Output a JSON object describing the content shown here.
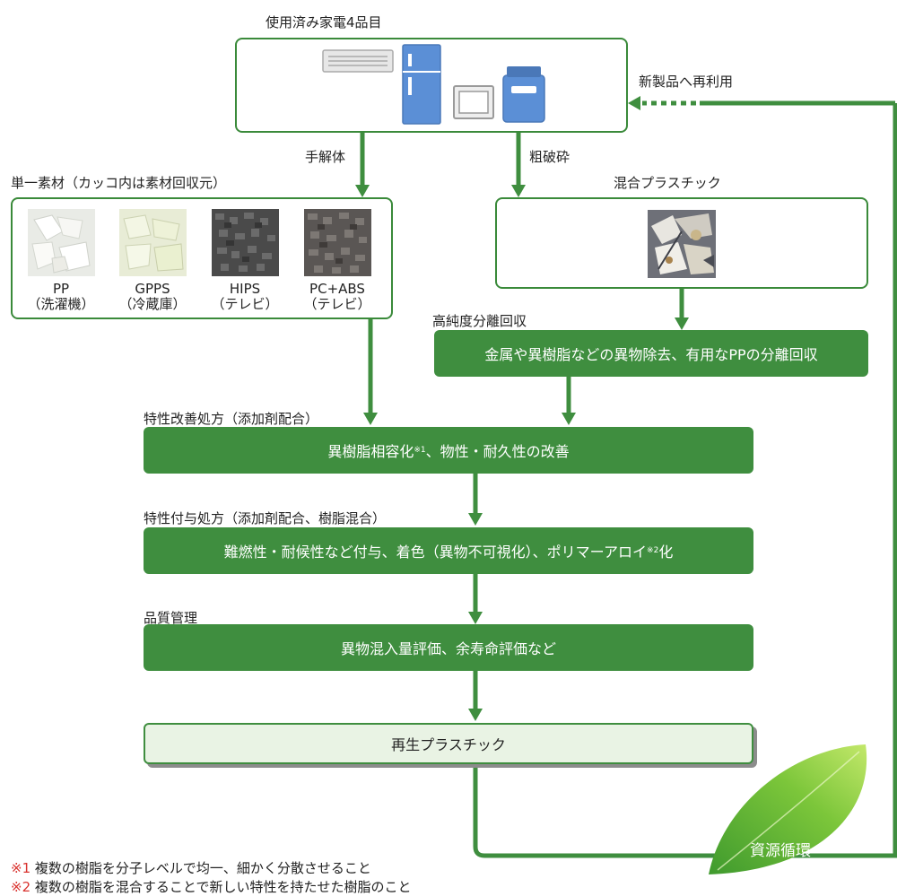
{
  "top": {
    "title": "使用済み家電4品目",
    "reuse_label": "新製品へ再利用"
  },
  "branches": {
    "manual": "手解体",
    "crush": "粗破砕"
  },
  "single": {
    "title": "単一素材（カッコ内は素材回収元）",
    "materials": [
      {
        "name": "PP",
        "source": "（洗濯機）"
      },
      {
        "name": "GPPS",
        "source": "（冷蔵庫）"
      },
      {
        "name": "HIPS",
        "source": "（テレビ）"
      },
      {
        "name": "PC+ABS",
        "source": "（テレビ）"
      }
    ]
  },
  "mixed": {
    "title": "混合プラスチック"
  },
  "separation": {
    "label": "高純度分離回収",
    "bar": "金属や異樹脂などの異物除去、有用なPPの分離回収"
  },
  "step1": {
    "label": "特性改善処方（添加剤配合）",
    "bar_pre": "異樹脂相容化",
    "bar_sup": "※1",
    "bar_post": "、物性・耐久性の改善"
  },
  "step2": {
    "label": "特性付与処方（添加剤配合、樹脂混合）",
    "bar_pre": "難燃性・耐候性など付与、着色（異物不可視化）、ポリマーアロイ",
    "bar_sup": "※2",
    "bar_post": "化"
  },
  "step3": {
    "label": "品質管理",
    "bar": "異物混入量評価、余寿命評価など"
  },
  "result": {
    "bar": "再生プラスチック"
  },
  "cycle": {
    "label": "資源循環"
  },
  "notes": [
    {
      "mark": "※1",
      "text": " 複数の樹脂を分子レベルで均一、細かく分散させること"
    },
    {
      "mark": "※2",
      "text": " 複数の樹脂を混合することで新しい特性を持たせた樹脂のこと"
    }
  ],
  "colors": {
    "green_dark": "#3f8e3f",
    "green_line": "#3a8a3a",
    "light_box": "#e9f3e4",
    "appliance_blue": "#5b8fd6",
    "note_red": "#d9322e"
  }
}
